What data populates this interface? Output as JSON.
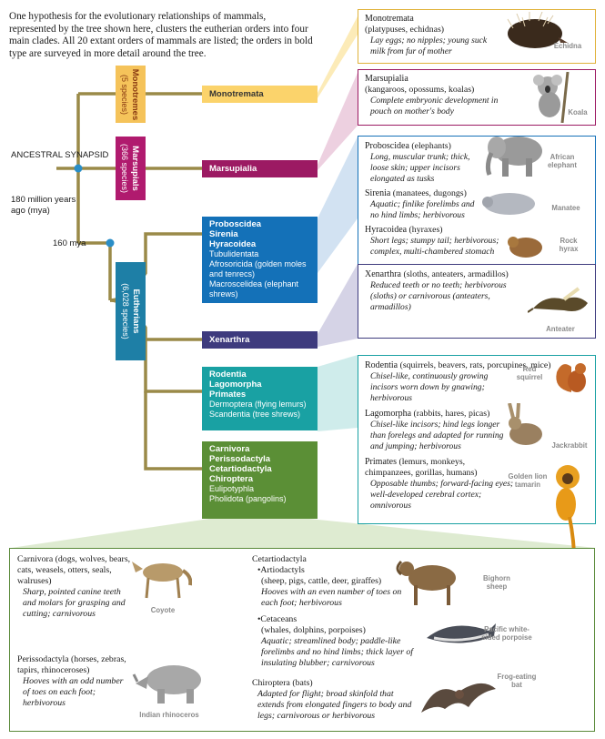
{
  "intro": "One hypothesis for the evolutionary relationships of mammals, represented by the tree shown here, clusters the eutherian orders into four main clades. All 20 extant orders of mammals are listed; the orders in bold type are surveyed in more detail around the tree.",
  "tree": {
    "ancestral": "ANCESTRAL SYNAPSID",
    "mya180": "180 million years ago (mya)",
    "mya160": "160 mya",
    "groups": [
      {
        "name": "Monotremes",
        "count": "(5 species)",
        "color": "#f5c35a"
      },
      {
        "name": "Marsupials",
        "count": "(366 species)",
        "color": "#b01a6e"
      },
      {
        "name": "Eutherians",
        "count": "(6,028 species)",
        "color": "#1e7fa6"
      }
    ]
  },
  "clades": {
    "monotremata": {
      "title": "Monotremata",
      "color": "#fbd36b"
    },
    "marsupialia": {
      "title": "Marsupialia",
      "color": "#9c1a63"
    },
    "afrotheria": {
      "bold": [
        "Proboscidea",
        "Sirenia",
        "Hyracoidea"
      ],
      "plain": [
        "Tubulidentata",
        "Afrosoricida (golden moles and tenrecs)",
        "Macroscelidea (elephant shrews)"
      ],
      "color": "#1471b8"
    },
    "xenarthra": {
      "title": "Xenarthra",
      "color": "#3e3b7e"
    },
    "euarchontoglires": {
      "bold": [
        "Rodentia",
        "Lagomorpha",
        "Primates"
      ],
      "plain": [
        "Dermoptera (flying lemurs)",
        "Scandentia (tree shrews)"
      ],
      "color": "#19a1a3"
    },
    "laurasiatheria": {
      "bold": [
        "Carnivora",
        "Perissodactyla",
        "Cetartiodactyla",
        "Chiroptera"
      ],
      "plain": [
        "Eulipotyphla",
        "Pholidota (pangolins)"
      ],
      "color": "#5b8f36"
    }
  },
  "boxes": {
    "monotremata": {
      "name": "Monotremata",
      "common": "(platypuses, echidnas)",
      "desc": "Lay eggs; no nipples; young suck milk from fur of mother",
      "caption": "Echidna"
    },
    "marsupialia": {
      "name": "Marsupialia",
      "common": "(kangaroos, opossums, koalas)",
      "desc": "Complete embryonic development in pouch on mother's body",
      "caption": "Koala"
    },
    "proboscidea": {
      "name": "Proboscidea",
      "common": "(elephants)",
      "desc": "Long, muscular trunk; thick, loose skin; upper incisors elongated as tusks",
      "caption": "African elephant"
    },
    "sirenia": {
      "name": "Sirenia",
      "common": "(manatees, dugongs)",
      "desc": "Aquatic; finlike forelimbs and no hind limbs; herbivorous",
      "caption": "Manatee"
    },
    "hyracoidea": {
      "name": "Hyracoidea",
      "common": "(hyraxes)",
      "desc": "Short legs; stumpy tail; herbivorous; complex, multi-chambered stomach",
      "caption": "Rock hyrax"
    },
    "xenarthra": {
      "name": "Xenarthra",
      "common": "(sloths, anteaters, armadillos)",
      "desc": "Reduced teeth or no teeth; herbivorous (sloths) or carnivorous (anteaters, armadillos)",
      "caption": "Anteater"
    },
    "rodentia": {
      "name": "Rodentia",
      "common": "(squirrels, beavers, rats, porcupines, mice)",
      "desc": "Chisel-like, continuously growing incisors worn down by gnawing; herbivorous",
      "caption": "Red squirrel"
    },
    "lagomorpha": {
      "name": "Lagomorpha",
      "common": "(rabbits, hares, picas)",
      "desc": "Chisel-like incisors; hind legs longer than forelegs and adapted for running and jumping; herbivorous",
      "caption": "Jackrabbit"
    },
    "primates": {
      "name": "Primates",
      "common": "(lemurs, monkeys, chimpanzees, gorillas, humans)",
      "desc": "Opposable thumbs; forward-facing eyes; well-developed cerebral cortex; omnivorous",
      "caption": "Golden lion tamarin"
    }
  },
  "bottom": {
    "carnivora": {
      "name": "Carnivora",
      "common": "(dogs, wolves, bears, cats, weasels, otters, seals, walruses)",
      "desc": "Sharp, pointed canine teeth and molars for grasping and cutting; carnivorous",
      "caption": "Coyote"
    },
    "perissodactyla": {
      "name": "Perissodactyla",
      "common": "(horses, zebras, tapirs, rhinoceroses)",
      "desc": "Hooves with an odd number of toes on each foot; herbivorous",
      "caption": "Indian rhinoceros"
    },
    "cetartiodactyla": {
      "name": "Cetartiodactyla",
      "artio": "•Artiodactyls",
      "artio_common": "(sheep, pigs, cattle, deer, giraffes)",
      "artio_desc": "Hooves with an even number of toes on each foot; herbivorous",
      "ceta": "•Cetaceans",
      "ceta_common": "(whales, dolphins, porpoises)",
      "ceta_desc": "Aquatic; streamlined body; paddle-like forelimbs and no hind limbs; thick layer of insulating blubber; carnivorous",
      "caption_sheep": "Bighorn sheep",
      "caption_porpoise": "Pacific white-sided porpoise"
    },
    "chiroptera": {
      "name": "Chiroptera",
      "common": "(bats)",
      "desc": "Adapted for flight; broad skinfold that extends from elongated fingers to body and legs; carnivorous or herbivorous",
      "caption": "Frog-eating bat"
    }
  }
}
